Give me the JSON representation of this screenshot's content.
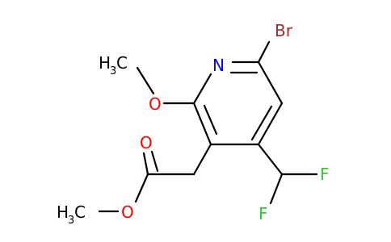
{
  "molecule": {
    "atoms": {
      "bromine": {
        "symbol": "Br",
        "color": "#A52A2A"
      },
      "ring_nitrogen": {
        "symbol": "N",
        "color": "#0000FF"
      },
      "methoxy_oxygen": {
        "symbol": "O",
        "color": "#FF0000"
      },
      "methoxy_methyl": {
        "symbol": "H",
        "count": "3",
        "tail": "C",
        "color": "#000000"
      },
      "carbonyl_oxygen": {
        "symbol": "O",
        "color": "#FF0000"
      },
      "ester_oxygen": {
        "symbol": "O",
        "color": "#FF0000"
      },
      "ester_methyl": {
        "symbol": "H",
        "count": "3",
        "tail": "C",
        "color": "#000000"
      },
      "fluorine_1": {
        "symbol": "F",
        "color": "#33CC33"
      },
      "fluorine_2": {
        "symbol": "F",
        "color": "#33CC33"
      }
    }
  }
}
